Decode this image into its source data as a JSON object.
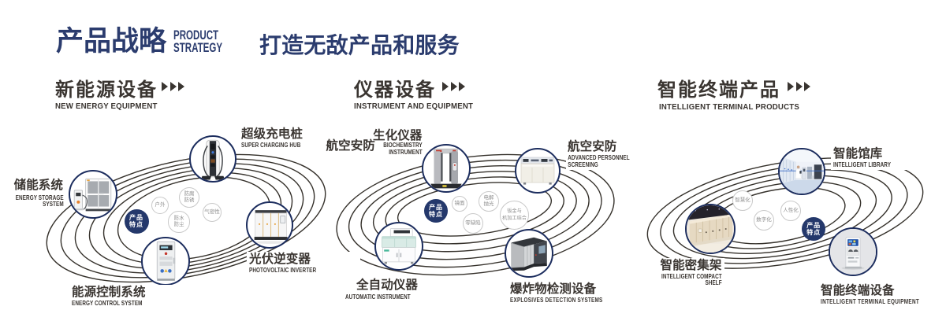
{
  "header": {
    "title": "产品战略",
    "title_en_line1": "PRODUCT",
    "title_en_line2": "STRATEGY",
    "slogan": "打造无敌产品和服务"
  },
  "colors": {
    "navy": "#2b3c6e",
    "circle_border_navy": "#1c2d5e",
    "badge_navy": "#24386b",
    "ink": "#3a3531",
    "ring_stroke": "#35312b",
    "bubble_border": "#c9c9c9",
    "bubble_text": "#8f8f8f"
  },
  "sections": [
    {
      "id": "new-energy",
      "title_zh": "新能源设备",
      "title_en": "NEW ENERGY EQUIPMENT",
      "arrow_icon": "triple-chevron-right",
      "badge": "产品\n特点",
      "features": [
        "户外",
        "防腐\n防锈",
        "气密性",
        "防水\n防尘"
      ],
      "nodes": [
        {
          "zh": "储能系统",
          "en": "ENERGY STORAGE SYSTEM",
          "icon": "energy-storage-cabinet"
        },
        {
          "zh": "超级充电桩",
          "en": "SUPER CHARGING HUB",
          "icon": "super-charging-pile"
        },
        {
          "zh": "光伏逆变器",
          "en": "PHOTOVOLTAIC INVERTER",
          "icon": "pv-inverter-cabinet"
        },
        {
          "zh": "能源控制系统",
          "en": "ENERGY CONTROL SYSTEM",
          "icon": "energy-control-cabinet"
        }
      ]
    },
    {
      "id": "instrument",
      "title_zh": "仪器设备",
      "title_en": "INSTRUMENT AND EQUIPMENT",
      "arrow_icon": "triple-chevron-right",
      "badge": "产品\n特点",
      "features": [
        "镜面",
        "电解\n抛光",
        "零缺陷",
        "钣金与\n机加工结合"
      ],
      "nodes": [
        {
          "zh": "生化仪器",
          "en": "BIOCHEMISTRY INSTRUMENT",
          "side_zh": "航空安防",
          "icon": "security-gate"
        },
        {
          "zh": "航空安防",
          "en": "ADVANCED PERSONNEL SCREENING",
          "icon": "screening-analyzer"
        },
        {
          "zh": "全自动仪器",
          "en": "AUTOMATIC INSTRUMENT",
          "icon": "automatic-analyzer"
        },
        {
          "zh": "爆炸物检测设备",
          "en": "EXPLOSIVES DETECTION SYSTEMS",
          "icon": "explosives-scanner"
        }
      ]
    },
    {
      "id": "intelligent-terminal",
      "title_zh": "智能终端产品",
      "title_en": "INTELLIGENT TERMINAL PRODUCTS",
      "arrow_icon": "triple-chevron-right",
      "badge": "产品\n特点",
      "features": [
        "智慧化",
        "数字化",
        "人性化"
      ],
      "nodes": [
        {
          "zh": "智能馆库",
          "en": "INTELLIGENT LIBRARY",
          "icon": "intelligent-library-room"
        },
        {
          "zh": "智能密集架",
          "en": "INTELLIGENT COMPACT SHELF",
          "icon": "compact-shelving"
        },
        {
          "zh": "智能终端设备",
          "en": "INTELLIGENT TERMINAL EQUIPMENT",
          "icon": "terminal-kiosk"
        }
      ]
    }
  ]
}
